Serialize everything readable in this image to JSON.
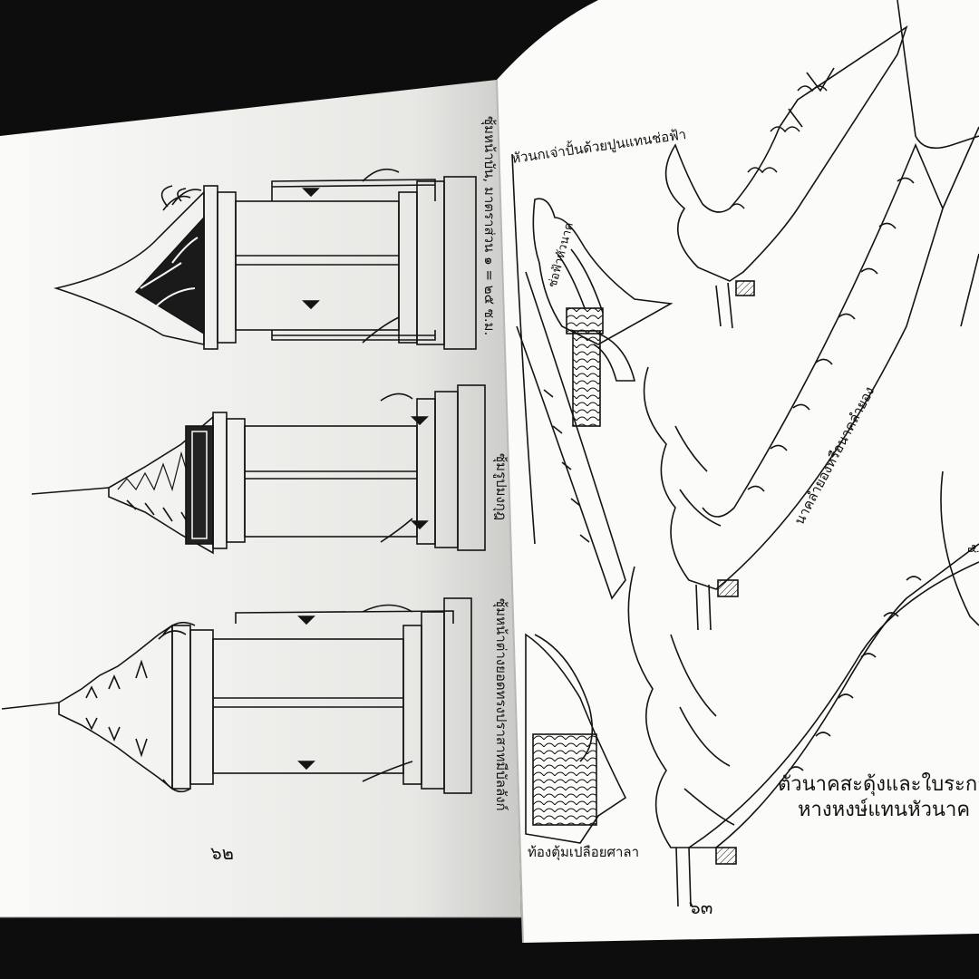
{
  "book": {
    "left_page": {
      "page_number": "๖๒",
      "captions": {
        "gable_window": "ซุ้มหน้าบัน, มาตราส่วน ๑ = ๒๕ ซ.ม.",
        "prang_window": "ซุ้มรูปมงกุฎ",
        "tiered_window": "ซุ้มหน้าต่างยอดทรงปราสาทมีบัลลังก์"
      }
    },
    "right_page": {
      "page_number": "๖๓",
      "captions": {
        "stucco_head": "หัวนกเจ่าปั้นด้วยปูนแทนช่อฟ้า",
        "finial_label": "ช่อฟ้าหัวนาค",
        "naga_body": "นาคลำยองหรือนาคลำยอง",
        "naga_eave": "ท้องตุ้มเปลือยศาลา",
        "big_caption_line1": "ตัวนาคสะดุ้งและใบระกา",
        "big_caption_line2": "หางหงษ์แทนหัวนาค",
        "edge_fragment": "ช่"
      }
    }
  },
  "colors": {
    "paper": "#f9f9f7",
    "shadow": "#0d0d0d",
    "ink": "#141414"
  }
}
